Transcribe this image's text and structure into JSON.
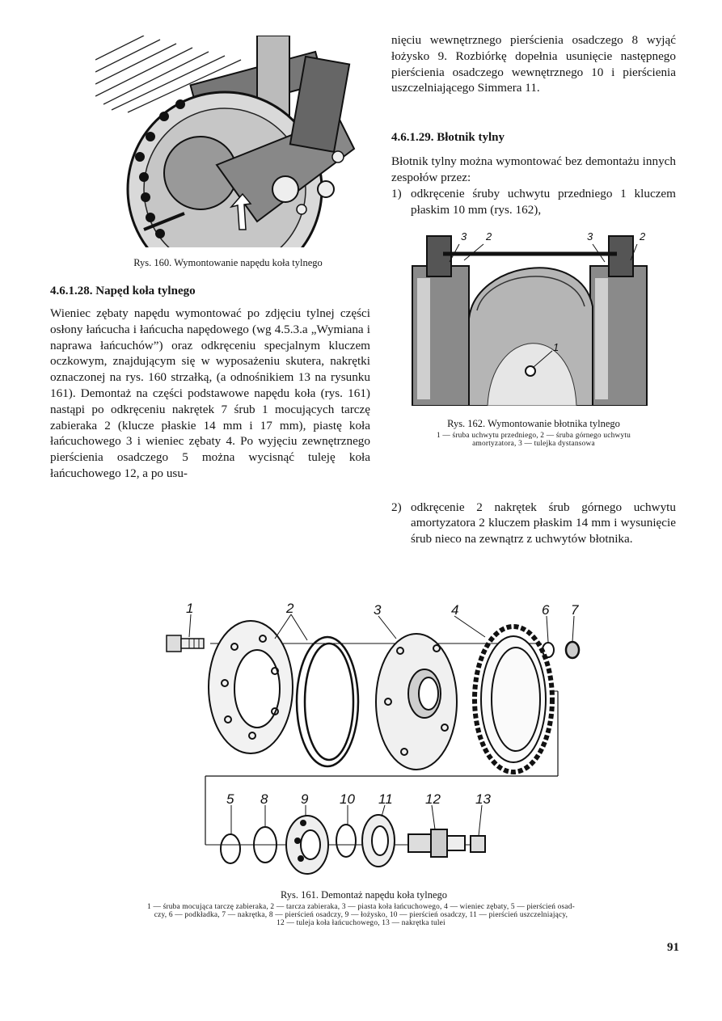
{
  "left": {
    "fig160_caption": "Rys. 160. Wymontowanie napędu koła tylnego",
    "section_heading": "4.6.1.28. Napęd koła tylnego",
    "paragraph": "Wieniec zębaty napędu wymontować po zdjęciu tylnej części osłony łańcucha i łańcucha napędowego (wg 4.5.3.a „Wymiana i naprawa łańcuchów”) oraz odkręceniu specjalnym kluczem oczkowym, znajdującym się w wyposażeniu skutera, nakrętki oznaczonej na rys. 160 strzałką, (a odnośnikiem 13 na rysunku 161). Demontaż na części podstawowe napędu koła (rys. 161) nastąpi po odkręceniu nakrętek 7 śrub 1 mocujących tarczę zabieraka 2 (klucze płaskie 14 mm i 17 mm), piastę koła łańcuchowego 3 i wieniec zębaty 4. Po wyjęciu zewnętrznego pierścienia osadczego 5 można wycisnąć tuleję koła łańcuchowego 12, a po usu-"
  },
  "right": {
    "paragraph_cont": "nięciu wewnętrznego pierścienia osadczego 8 wyjąć łożysko 9. Rozbiórkę dopełnia usunięcie następnego pierścienia osadczego wewnętrznego 10 i pierścienia uszczelniającego Simmera 11.",
    "section_heading": "4.6.1.29. Błotnik tylny",
    "intro": "Błotnik tylny można wymontować bez demontażu innych zespołów przez:",
    "step1_num": "1)",
    "step1": "odkręcenie śruby uchwytu przedniego 1 kluczem płaskim 10 mm (rys. 162),",
    "fig162_caption": "Rys. 162. Wymontowanie błotnika tylnego",
    "fig162_legend_line1": "1 — śruba uchwytu przedniego, 2 — śruba górnego uchwytu",
    "fig162_legend_line2": "amortyzatora, 3 — tulejka dystansowa",
    "step2_num": "2)",
    "step2": "odkręcenie 2 nakrętek śrub górnego uchwytu amortyzatora 2 kluczem płaskim 14 mm i wysunięcie śrub nieco na zewnątrz z uchwytów błotnika."
  },
  "fig162_labels": [
    "3",
    "2",
    "3",
    "2",
    "1"
  ],
  "fig161": {
    "labels_top": [
      "1",
      "2",
      "3",
      "4",
      "6",
      "7"
    ],
    "labels_bottom": [
      "5",
      "8",
      "9",
      "10",
      "11",
      "12",
      "13"
    ],
    "caption": "Rys. 161. Demontaż napędu koła tylnego",
    "legend_line1": "1 — śruba mocująca tarczę zabieraka, 2 — tarcza zabieraka, 3 — piasta koła łańcuchowego, 4 — wieniec zębaty, 5 — pierścień osad-",
    "legend_line2": "czy, 6 — podkładka, 7 — nakrętka, 8 — pierścień osadczy, 9 — łożysko, 10 — pierścień osadczy, 11 — pierścień uszczelniający,",
    "legend_line3": "12 — tuleja koła łańcuchowego, 13 — nakrętka tulei"
  },
  "page_number": "91"
}
